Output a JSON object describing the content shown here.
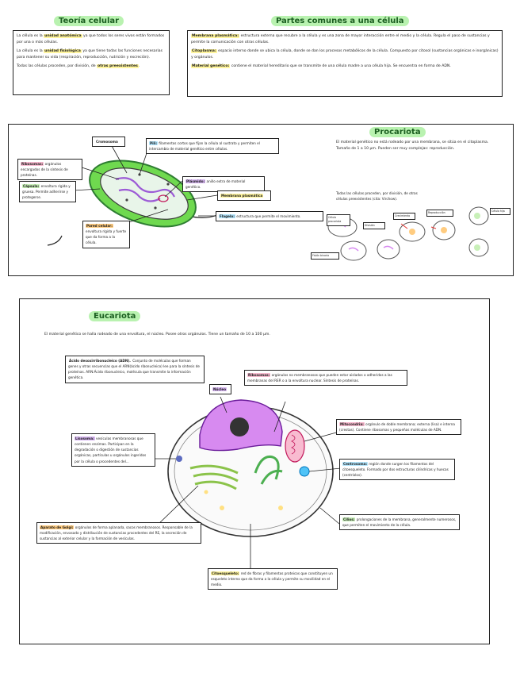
{
  "colors": {
    "title_green": "#b9f2b0",
    "hl_yellow": "#fff59d",
    "hl_pink": "#f8bbd0",
    "hl_purple": "#d7b6f2",
    "hl_blue": "#b3e5fc",
    "hl_orange": "#ffcc80",
    "hl_green": "#c8f0b8",
    "cell_green": "#6fd94f",
    "nucleus_pink": "#d78af0"
  },
  "teoria": {
    "title": "Teoría celular",
    "l1a": "La célula es la ",
    "l1b": "unidad anatómica",
    "l1c": " ya que todos los seres vivos están formados por una o más células.",
    "l2a": "La célula es la ",
    "l2b": "unidad fisiológica",
    "l2c": " ya que tiene todas las funciones necesarias para mantener su vida (respiración, reproducción, nutrición y excreción).",
    "l3a": "Todas las células proceden, por división, de ",
    "l3b": "otras preexistentes",
    "l3c": "."
  },
  "partes": {
    "title": "Partes comunes a una célula",
    "p1a": "Membrana plasmática:",
    "p1b": " estructura externa que recubre a la célula y es una zona de mayor interacción entre el medio y la célula. Regula el paso de sustancias y permite la comunicación con otras células.",
    "p2a": "Citoplasma:",
    "p2b": " espacio interno donde se ubica la célula, donde se dan los procesos metabólicos de la célula. Compuesto por citosol (sustancias orgánicas e inorgánicas) y orgánulos.",
    "p3a": "Material genético:",
    "p3b": " contiene el material hereditario que se transmite de una célula madre a una célula hija. Se encuentra en forma de ADN."
  },
  "procariota": {
    "title": "Procariota",
    "intro": "El material genético no está rodeado por una membrana, se sitúa en el citoplasma. Tamaño de 1 a 10 μm. Pueden ser muy complejas: reproducción.",
    "division": "Todas las células proceden, por división, de otras células preexistentes (cita: Virchow).",
    "cromosoma": "Cromosoma",
    "pili_a": "Pili:",
    "pili_b": " filamentos cortos que fijan la célula al sustrato y permiten el intercambio de material genético entre células.",
    "ribosomas_a": "Ribosomas:",
    "ribosomas_b": " orgánulos encargados de la síntesis de proteínas.",
    "capsula_a": "Cápsula:",
    "capsula_b": " envoltura rígida y gruesa. Permite adherirse y protegerse.",
    "plasmido_a": "Plásmido:",
    "plasmido_b": " anillo extra de material genético.",
    "membrana_a": "Membrana plasmática",
    "membrana_b": "",
    "pared_a": "Pared celular:",
    "pared_b": " envoltura rígida y fuerte que da forma a la célula.",
    "flagelo_a": "Flagelo:",
    "flagelo_b": " estructura que permite el movimiento.",
    "mini1": "Célula procariota",
    "mini2": "División",
    "mini3": "Crecimiento",
    "mini4": "Reproducción",
    "mini5": "Célula hija",
    "mini6": "Fisión binaria"
  },
  "eucariota": {
    "title": "Eucariota",
    "intro": "El material genético se halla rodeado de una envoltura, el núcleo. Posee otros orgánulos. Tiene un tamaño de 10 a 100 μm.",
    "adn_a": "Ácido desoxirribonucleico (ADN).",
    "adn_b": " Conjunto de moléculas que forman genes y otras secuencias que el ARN(ácido ribonucleico) lee para la síntesis de proteínas. ARN:Ácido ribonucleico, molécula que transmite la información genética.",
    "nucleo": "Núcleo",
    "ribosomas_a": "Ribosomas:",
    "ribosomas_b": " orgánulos no membranosos que pueden estar aislados o adheridos a las membranas del RER o a la envoltura nuclear. Síntesis de proteínas.",
    "mito_a": "Mitocondria:",
    "mito_b": " orgánulo de doble membrana; externa (lisa) e interna (crestas). Contiene ribosomas y pequeñas moléculas de ADN.",
    "cito_a": "Centrosoma:",
    "cito_b": " región donde surgen los filamentos del citoesqueleto. Formado por dos estructuras cilíndricas y huecas (centríolos).",
    "lis_a": "Lisosoma:",
    "lis_b": " vesículas membranosas que contienen enzimas. Participan en la degradación o digestión de sustancias orgánicas, partículas u orgánulos ingeridos por la célula o procedentes del...",
    "golgi_a": "Aparato de Golgi:",
    "golgi_b": " orgánulos de forma aplanada, sacos membranosos. Responsable de la modificación, envasado y distribución de sustancias procedentes del RE, la secreción de sustancias al exterior celular y la formación de vesículas.",
    "cil_a": "Cilios:",
    "cil_b": " prolongaciones de la membrana, generalmente numerosos, que permiten el movimiento de la célula.",
    "cit_a": "Citoesqueleto:",
    "cit_b": " red de fibras y filamentos proteicos que constituyen un esqueleto interno que da forma a la célula y permite su movilidad en el medio."
  }
}
